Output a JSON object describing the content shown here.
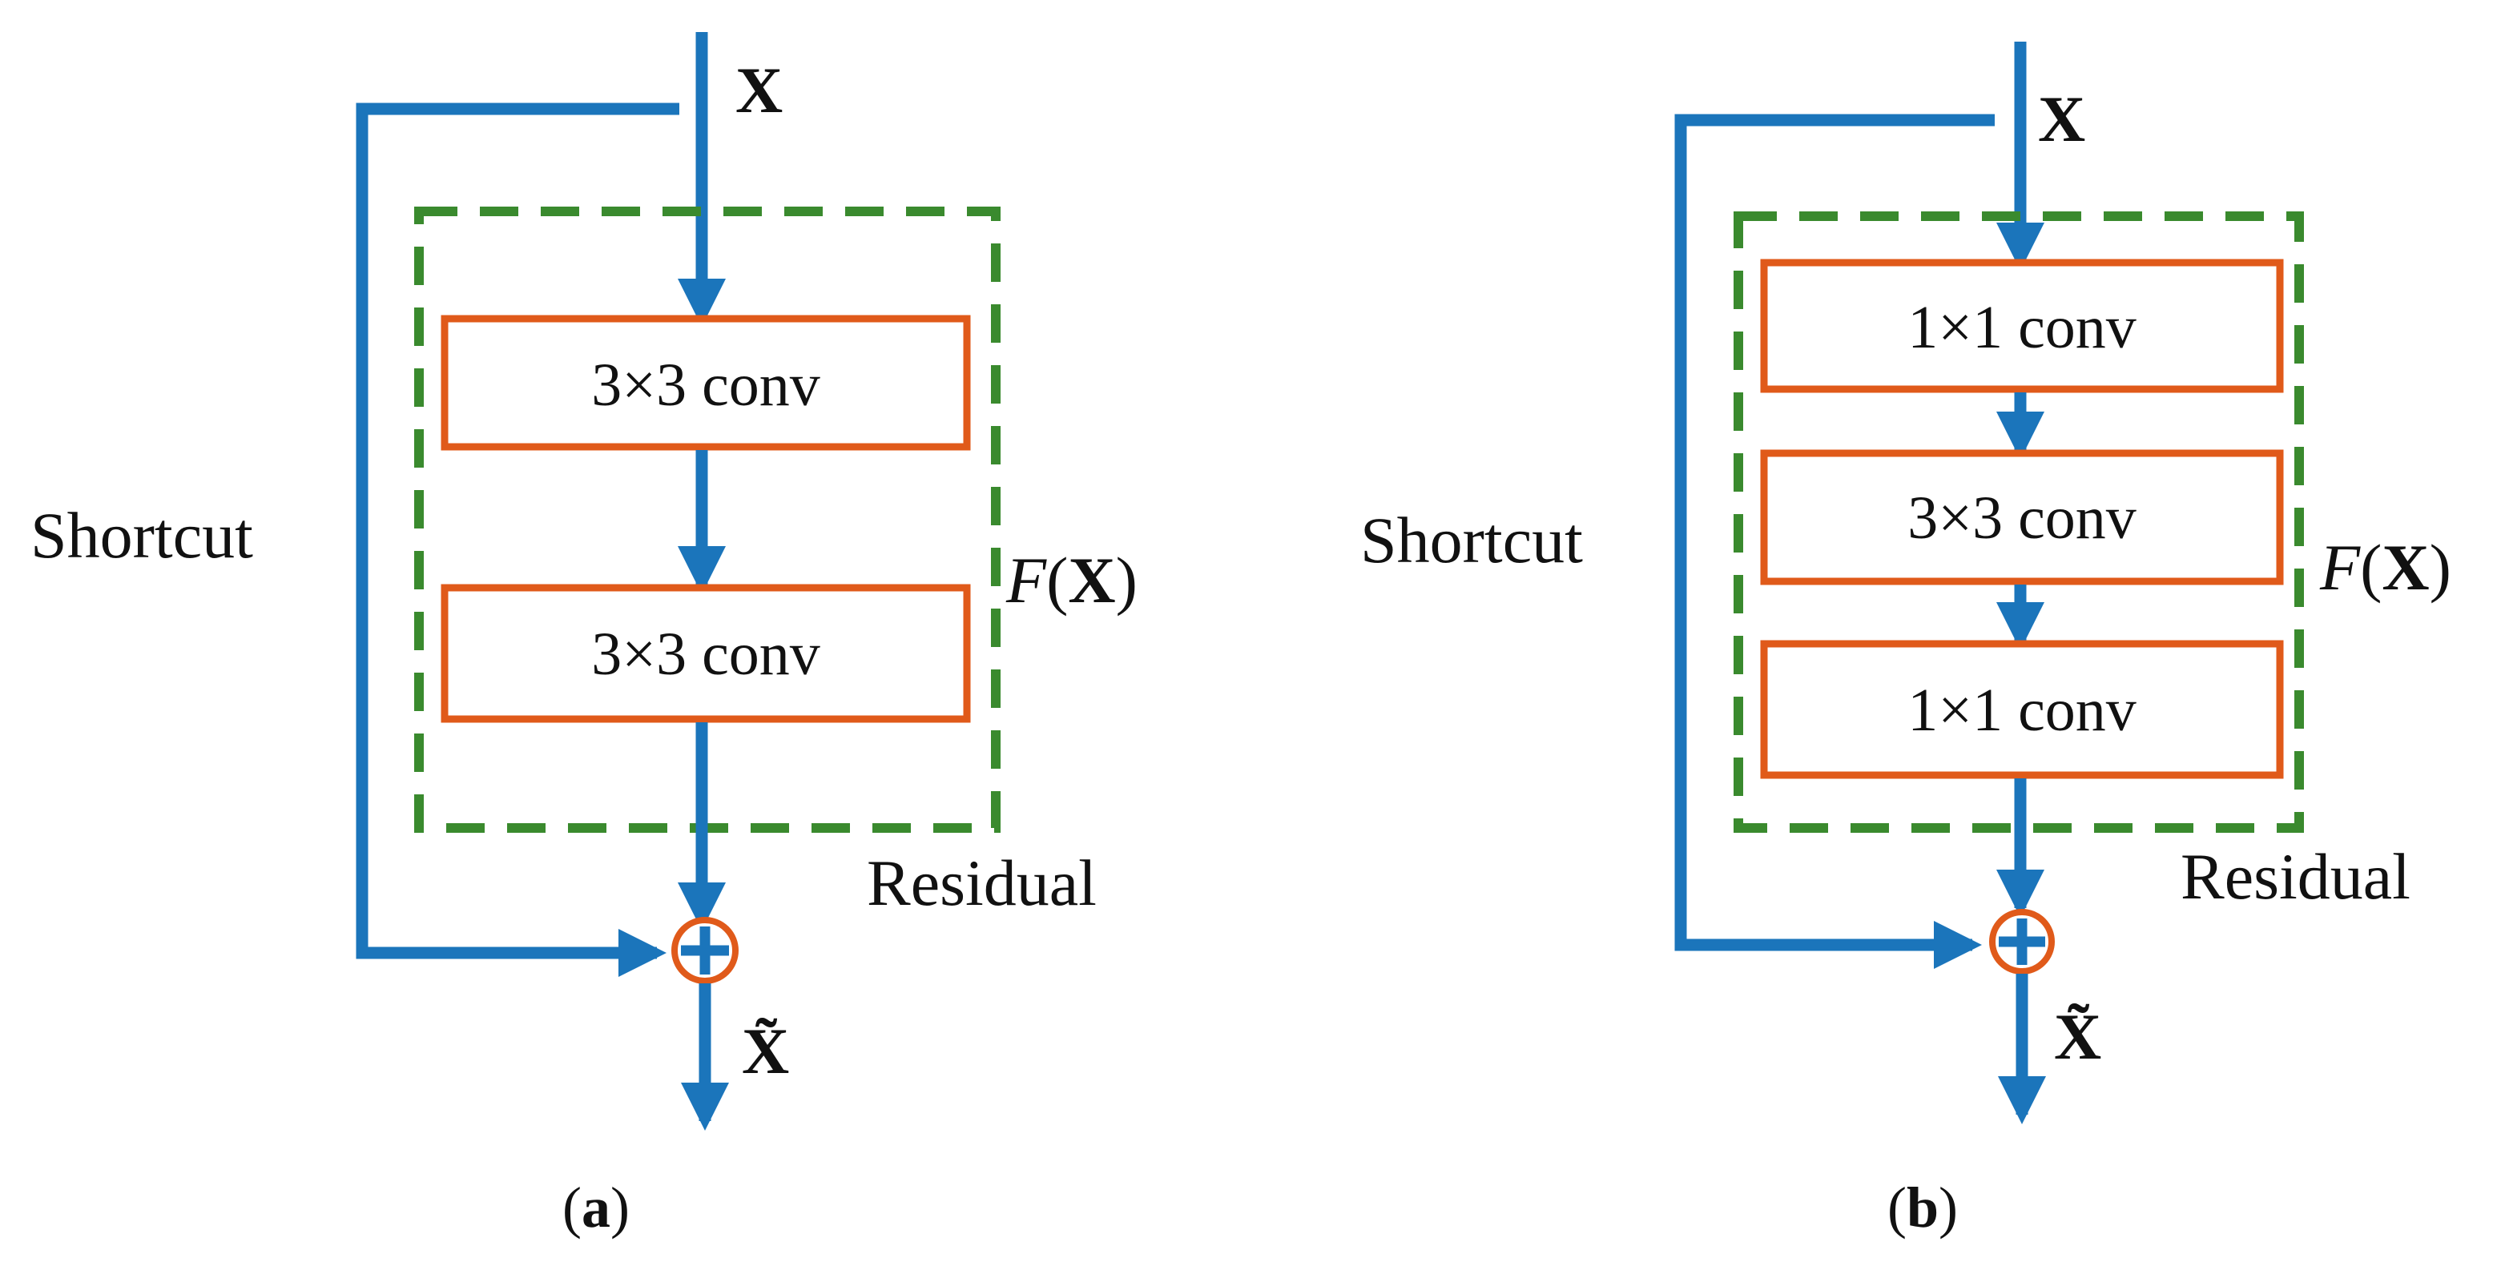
{
  "colors": {
    "flow": "#1b75bb",
    "box": "#e05a1a",
    "dash": "#3a8a2e",
    "text": "#111111"
  },
  "icons": {
    "add": "circled-plus-icon"
  },
  "diagrams": [
    {
      "id": "a",
      "caption_open": "(",
      "caption_letter": "a",
      "caption_close": ")",
      "input_label": "X",
      "output_label": "X̃",
      "shortcut_label": "Shortcut",
      "residual_label": "Residual",
      "function_label_f": "F",
      "function_label_open": "(",
      "function_label_x": "X",
      "function_label_close": ")",
      "layers": [
        "3×3  conv",
        "3×3 conv"
      ]
    },
    {
      "id": "b",
      "caption_open": "(",
      "caption_letter": "b",
      "caption_close": ")",
      "input_label": "X",
      "output_label": "X̃",
      "shortcut_label": "Shortcut",
      "residual_label": "Residual",
      "function_label_f": "F",
      "function_label_open": "(",
      "function_label_x": "X",
      "function_label_close": ")",
      "layers": [
        "1×1 conv",
        "3×3 conv",
        "1×1 conv"
      ]
    }
  ]
}
